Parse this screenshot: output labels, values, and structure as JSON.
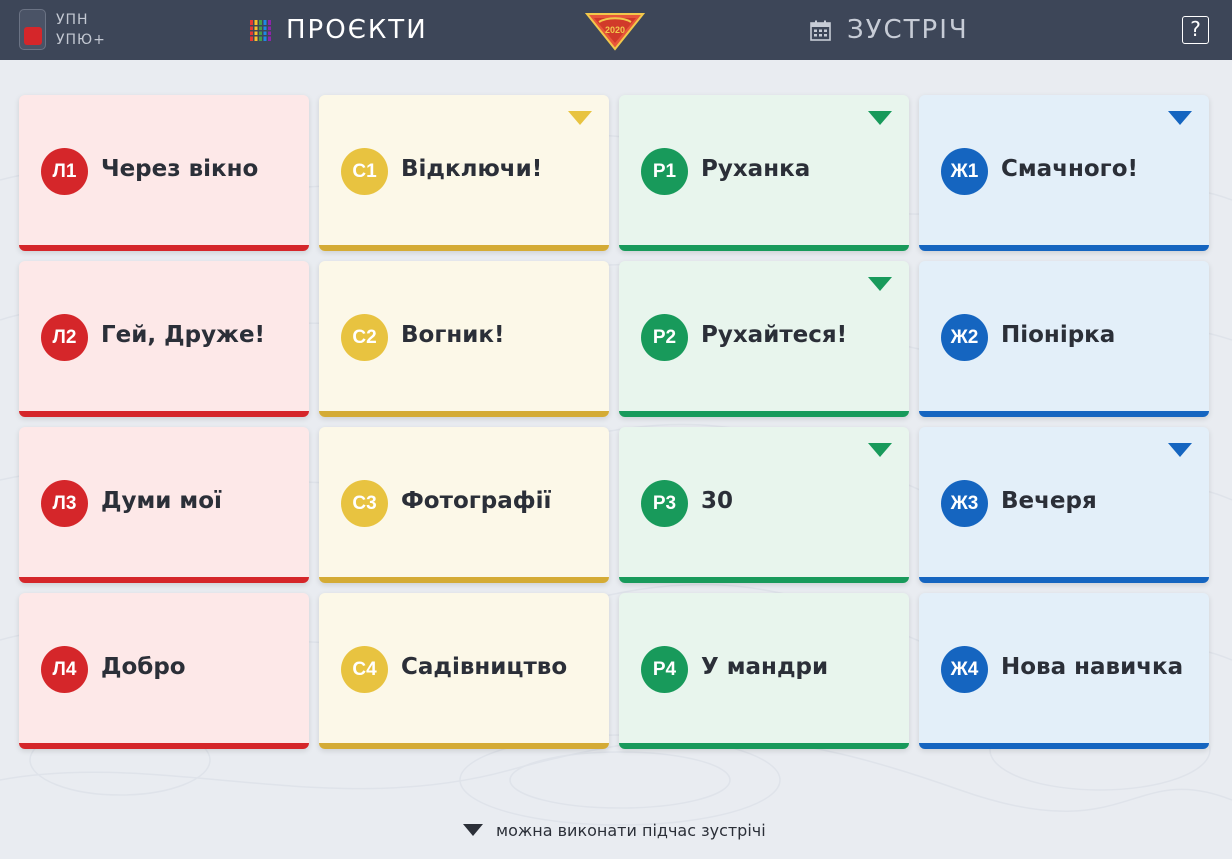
{
  "header": {
    "toggle_labels": [
      "УПН",
      "УПЮ+"
    ],
    "projects_label": "ПРОЄКТИ",
    "meeting_label": "ЗУСТРІЧ",
    "help_label": "?",
    "logo_text": "2020"
  },
  "colors": {
    "header_bg": "#3d4658",
    "red": "#d5262a",
    "red_bg": "#fde8e8",
    "yellow": "#e8c340",
    "yellow_bar": "#d4ab35",
    "yellow_bg": "#fcf8e8",
    "green": "#189a5b",
    "green_bg": "#e8f5ed",
    "blue": "#1565c0",
    "blue_bg": "#e3eff9"
  },
  "cards": [
    {
      "code": "Л1",
      "title": "Через вікно",
      "flag": false,
      "color": "red"
    },
    {
      "code": "С1",
      "title": "Відключи!",
      "flag": true,
      "color": "yellow"
    },
    {
      "code": "Р1",
      "title": "Руханка",
      "flag": true,
      "color": "green"
    },
    {
      "code": "Ж1",
      "title": "Смачного!",
      "flag": true,
      "color": "blue"
    },
    {
      "code": "Л2",
      "title": "Гей, Друже!",
      "flag": false,
      "color": "red"
    },
    {
      "code": "С2",
      "title": "Вогник!",
      "flag": false,
      "color": "yellow"
    },
    {
      "code": "Р2",
      "title": "Рухайтеся!",
      "flag": true,
      "color": "green"
    },
    {
      "code": "Ж2",
      "title": "Піонірка",
      "flag": false,
      "color": "blue"
    },
    {
      "code": "Л3",
      "title": "Думи мої",
      "flag": false,
      "color": "red"
    },
    {
      "code": "С3",
      "title": "Фотографії",
      "flag": false,
      "color": "yellow"
    },
    {
      "code": "Р3",
      "title": "30",
      "flag": true,
      "color": "green"
    },
    {
      "code": "Ж3",
      "title": "Вечеря",
      "flag": true,
      "color": "blue"
    },
    {
      "code": "Л4",
      "title": "Добро",
      "flag": false,
      "color": "red"
    },
    {
      "code": "С4",
      "title": "Садівництво",
      "flag": false,
      "color": "yellow"
    },
    {
      "code": "Р4",
      "title": "У мандри",
      "flag": false,
      "color": "green"
    },
    {
      "code": "Ж4",
      "title": "Нова навичка",
      "flag": false,
      "color": "blue"
    }
  ],
  "footer": {
    "legend_text": "можна виконати підчас зустрічі",
    "legend_icon": "triangle-down-icon"
  }
}
